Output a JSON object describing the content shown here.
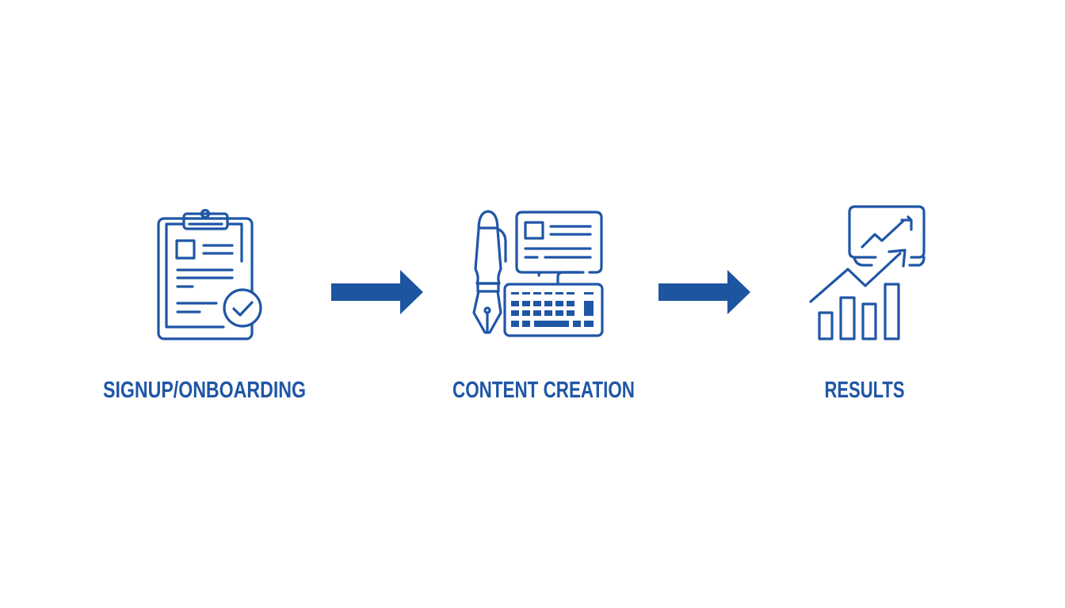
{
  "colors": {
    "accent": "#1f56a6",
    "arrow": "#1d55a0",
    "background": "#ffffff"
  },
  "steps": [
    {
      "label": "SIGNUP/ONBOARDING",
      "icon": "clipboard-check-icon"
    },
    {
      "label": "CONTENT CREATION",
      "icon": "pen-computer-keyboard-icon"
    },
    {
      "label": "RESULTS",
      "icon": "growth-chart-icon"
    }
  ],
  "connectors": [
    "arrow-right-icon",
    "arrow-right-icon"
  ]
}
